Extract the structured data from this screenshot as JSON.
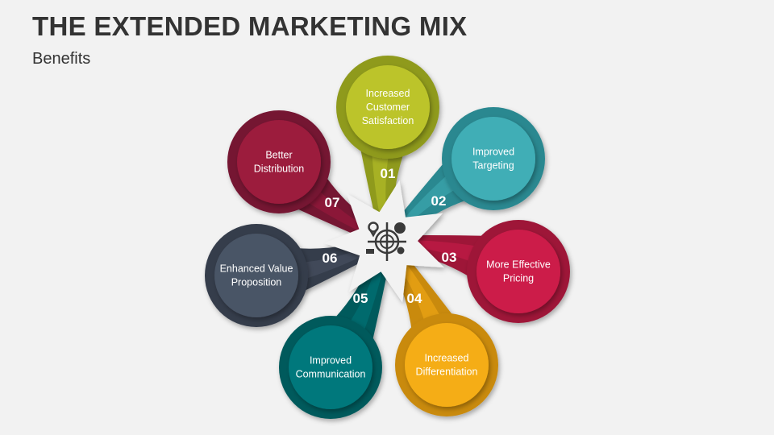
{
  "title": "THE EXTENDED MARKETING MIX",
  "subtitle": "Benefits",
  "center_icon": "marketing-target-gear-icon",
  "items": [
    {
      "number": "01",
      "lines": [
        "Increased",
        "Customer",
        "Satisfaction"
      ],
      "color": "#bcc42b",
      "ring": "#8f9a1f"
    },
    {
      "number": "02",
      "lines": [
        "Improved",
        "Targeting"
      ],
      "color": "#40aeb6",
      "ring": "#2a8890"
    },
    {
      "number": "03",
      "lines": [
        "More Effective",
        "Pricing"
      ],
      "color": "#cc1d4a",
      "ring": "#9e1537"
    },
    {
      "number": "04",
      "lines": [
        "Increased",
        "Differentiation"
      ],
      "color": "#f5ad17",
      "ring": "#c98a0e"
    },
    {
      "number": "05",
      "lines": [
        "Improved",
        "Communication"
      ],
      "color": "#00787b",
      "ring": "#005a5c"
    },
    {
      "number": "06",
      "lines": [
        "Enhanced Value",
        "Proposition"
      ],
      "color": "#4a5466",
      "ring": "#343c4b"
    },
    {
      "number": "07",
      "lines": [
        "Better",
        "Distribution"
      ],
      "color": "#9c1a3e",
      "ring": "#741230"
    }
  ]
}
